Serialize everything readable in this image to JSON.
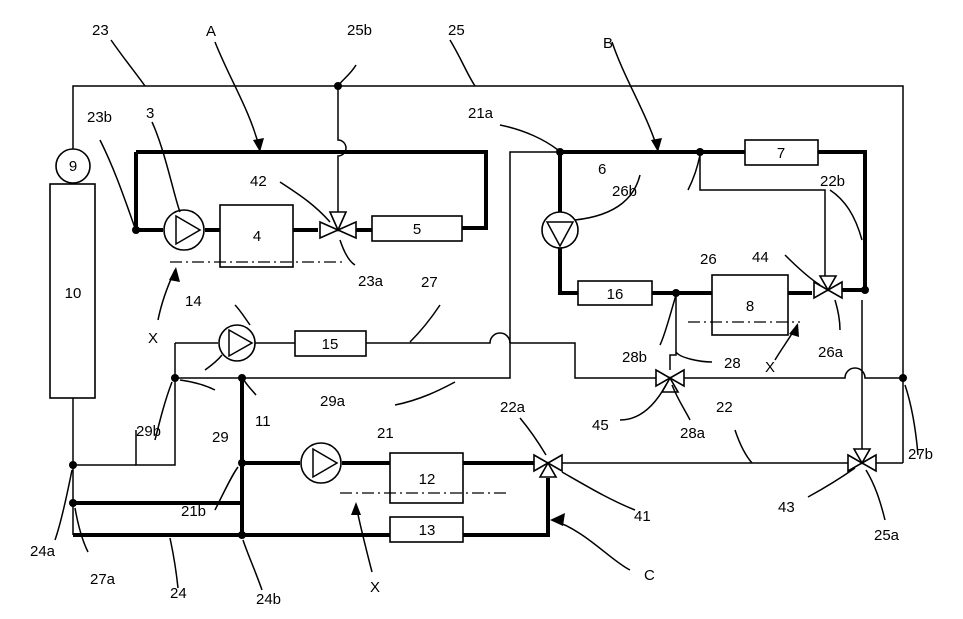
{
  "labels": {
    "A": "A",
    "B": "B",
    "C": "C",
    "3": "3",
    "4": "4",
    "5": "5",
    "6": "6",
    "7": "7",
    "8": "8",
    "9": "9",
    "10": "10",
    "11": "11",
    "12": "12",
    "13": "13",
    "14": "14",
    "15": "15",
    "16": "16",
    "21": "21",
    "21a": "21a",
    "21b": "21b",
    "22": "22",
    "22a": "22a",
    "22b": "22b",
    "23": "23",
    "23a": "23a",
    "23b": "23b",
    "24": "24",
    "24a": "24a",
    "24b": "24b",
    "25": "25",
    "25a": "25a",
    "25b": "25b",
    "26": "26",
    "26a": "26a",
    "26b": "26b",
    "27": "27",
    "27a": "27a",
    "27b": "27b",
    "28": "28",
    "28a": "28a",
    "28b": "28b",
    "29": "29",
    "29a": "29a",
    "29b": "29b",
    "41": "41",
    "42": "42",
    "43": "43",
    "44": "44",
    "45": "45",
    "X1": "X",
    "X2": "X",
    "X3": "X"
  }
}
